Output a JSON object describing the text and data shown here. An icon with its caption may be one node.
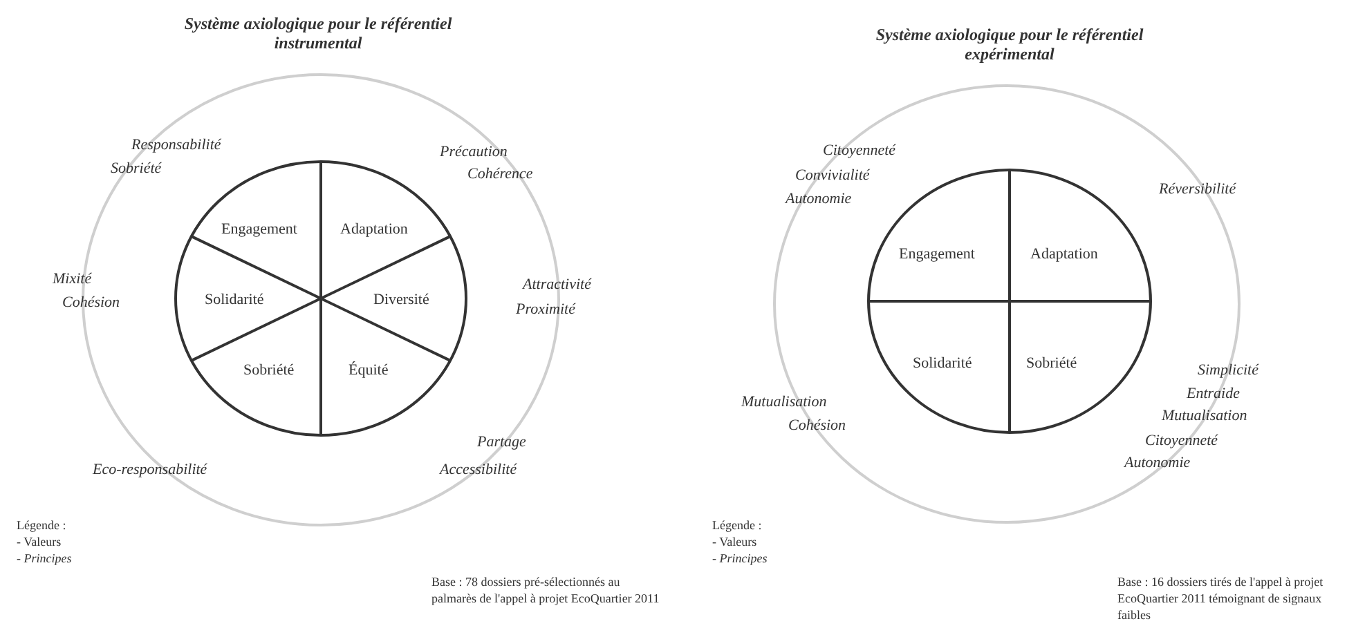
{
  "diagram": {
    "nodes": [
      {
        "text": [
          "Système axiologique pour le référentiel instrumental",
          "Responsabilité",
          "Sobriété",
          "Précaution",
          "Cohérence",
          "Mixité",
          "Cohésion",
          "Attractivité",
          "Proximité",
          "Partage",
          "Eco-responsabilité",
          "Accessibilité"
        ]
      },
      {
        "text": [],
        "shape": "circle",
        "in": 0
      },
      {
        "text": [
          "Engagement"
        ],
        "in": 1
      },
      {
        "text": [
          "Adaptation"
        ],
        "in": 1
      },
      {
        "text": [
          "Solidarité"
        ],
        "in": 1
      },
      {
        "text": [
          "Diversité"
        ],
        "in": 1
      },
      {
        "text": [
          "Sobriété"
        ],
        "in": 1
      },
      {
        "text": [
          "Équité"
        ],
        "in": 1
      },
      {
        "text": [
          "Système axiologique pour le référentiel expérimental",
          "Citoyenneté",
          "Convivialité",
          "Autonomie",
          "Réversibilité",
          "Simplicité",
          "Entraide",
          "Mutualisation",
          "Citoyenneté",
          "Autonomie",
          "Mutualisation",
          "Cohésion"
        ]
      },
      {
        "text": [],
        "shape": "circle",
        "in": 8
      },
      {
        "text": [
          "Engagement"
        ],
        "in": 9
      },
      {
        "text": [
          "Adaptation"
        ],
        "in": 9
      },
      {
        "text": [
          "Solidarité"
        ],
        "in": 9
      },
      {
        "text": [
          "Sobriété"
        ],
        "in": 9
      }
    ],
    "labels": [
      "Légende :",
      "- Valeurs",
      "- Principes",
      "Base : 78 dossiers pré-sélectionnés au palmarès de l'appel à projet EcoQuartier 2011",
      "Légende :",
      "- Valeurs",
      "- Principes",
      "Base : 16 dossiers tirés de l'appel à projet EcoQuartier 2011 témoignant de signaux faibles"
    ]
  }
}
